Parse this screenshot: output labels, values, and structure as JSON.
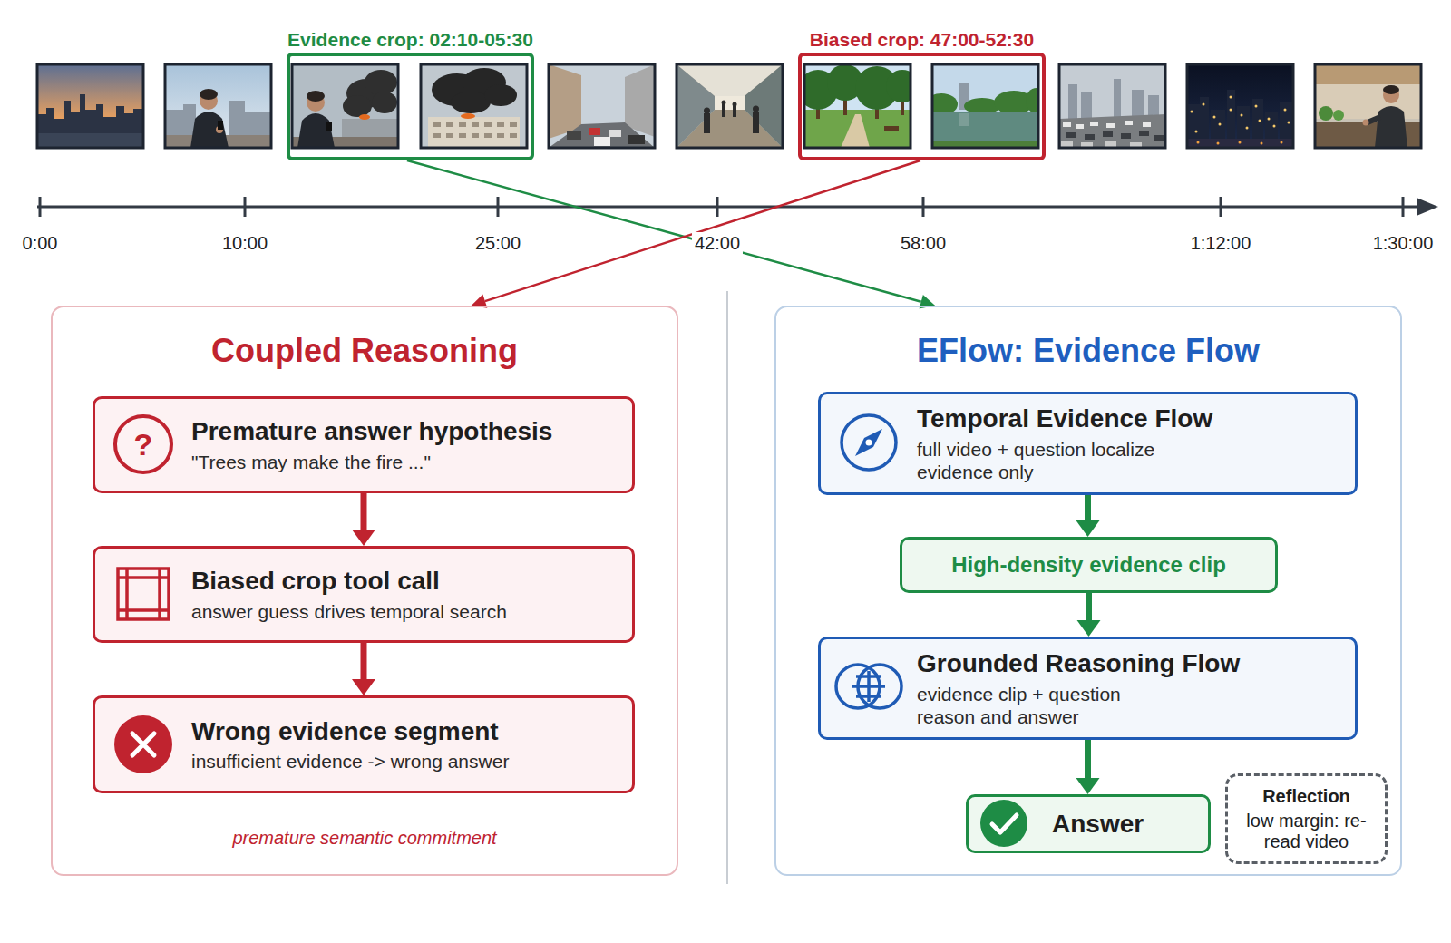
{
  "diagram": {
    "nodes": [
      {
        "text": [
          "Evidence crop: 02:10-05:30"
        ]
      },
      {
        "text": [
          "Biased crop: 47:00-52:30"
        ]
      },
      {
        "text": [
          "Coupled Reasoning",
          "premature semantic commitment"
        ]
      },
      {
        "text": [
          "Premature answer hypothesis",
          "\"Trees may make the fire ...\""
        ],
        "in": 2
      },
      {
        "text": [
          "Biased crop tool call",
          "answer guess drives temporal search"
        ],
        "in": 2
      },
      {
        "text": [
          "Wrong evidence segment",
          "insufficient evidence -> wrong answer"
        ],
        "in": 2
      },
      {
        "text": [
          "EFlow: Evidence Flow"
        ]
      },
      {
        "text": [
          "Temporal Evidence Flow",
          "full video + question localize evidence only"
        ],
        "in": 6
      },
      {
        "text": [
          "High-density evidence clip"
        ],
        "in": 6
      },
      {
        "text": [
          "Grounded Reasoning Flow",
          "evidence clip + question reason and answer"
        ],
        "in": 6
      },
      {
        "text": [
          "Answer"
        ],
        "in": 6
      },
      {
        "text": [
          "Reflection",
          "low margin: re-read video"
        ],
        "in": 6
      }
    ],
    "edges": [
      {
        "from": 0,
        "to": 6,
        "arrow": "to"
      },
      {
        "from": 1,
        "to": 2,
        "arrow": "to"
      },
      {
        "from": 3,
        "to": 4,
        "arrow": "to"
      },
      {
        "from": 4,
        "to": 5,
        "arrow": "to"
      },
      {
        "from": 7,
        "to": 8,
        "arrow": "to"
      },
      {
        "from": 8,
        "to": 9,
        "arrow": "to"
      },
      {
        "from": 9,
        "to": 10,
        "arrow": "to"
      }
    ],
    "labels": [
      "0:00",
      "10:00",
      "25:00",
      "42:00",
      "58:00",
      "1:12:00",
      "1:30:00",
      "?"
    ]
  }
}
